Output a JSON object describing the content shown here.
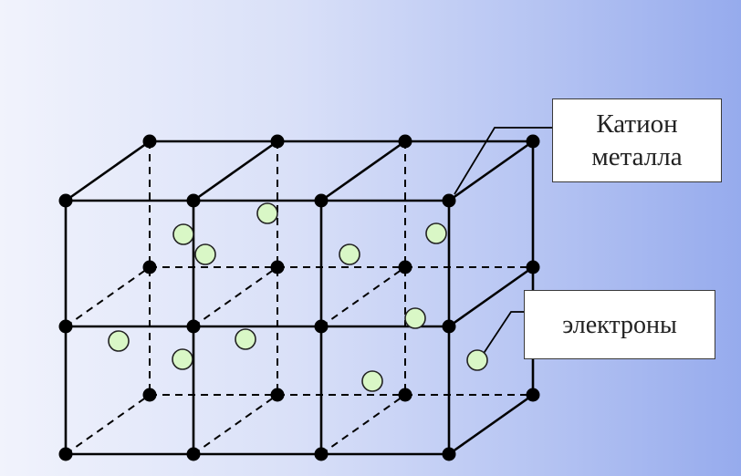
{
  "labels": {
    "cation_line1": "Катион",
    "cation_line2": "металла",
    "electrons": "электроны"
  },
  "colors": {
    "line": "#000000",
    "node": "#000000",
    "electron_fill": "#d9f7c6",
    "electron_stroke": "#222222",
    "box_fill": "#ffffff"
  }
}
